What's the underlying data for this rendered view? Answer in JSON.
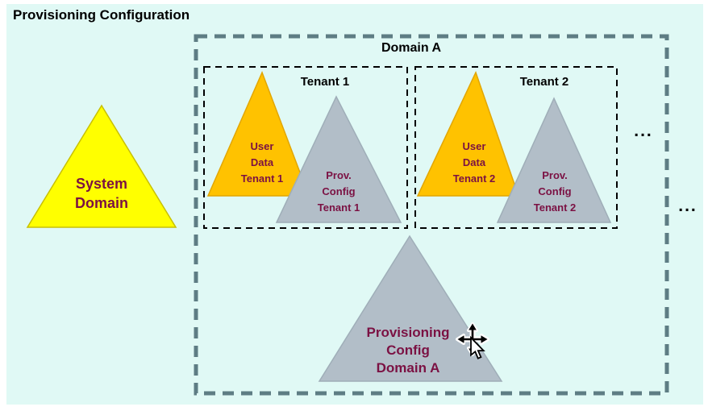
{
  "title": "Provisioning Configuration",
  "system_domain": {
    "label": "System\nDomain"
  },
  "domain_a": {
    "label": "Domain A",
    "tenants": [
      {
        "label": "Tenant 1",
        "user_data_label": "User\nData\nTenant 1",
        "prov_config_label": "Prov.\nConfig\nTenant 1"
      },
      {
        "label": "Tenant 2",
        "user_data_label": "User\nData\nTenant 2",
        "prov_config_label": "Prov.\nConfig\nTenant 2"
      }
    ],
    "prov_config_label": "Provisioning\nConfig\nDomain A",
    "more_tenants_ellipsis": "..."
  },
  "more_domains_ellipsis": "...",
  "icons": {
    "cursor": "move-cursor"
  },
  "colors": {
    "panel_background": "#E0F9F5",
    "domain_border": "#5E7D84",
    "tenant_border": "#000000",
    "system_domain_fill": "#FFFF00",
    "system_domain_stroke": "#C8C000",
    "user_data_fill": "#FFC200",
    "user_data_stroke": "#E2A600",
    "prov_config_fill": "#B2BEC8",
    "prov_config_stroke": "#9FAEB8",
    "triangle_text": "#7B1143",
    "heading_text": "#000000"
  }
}
